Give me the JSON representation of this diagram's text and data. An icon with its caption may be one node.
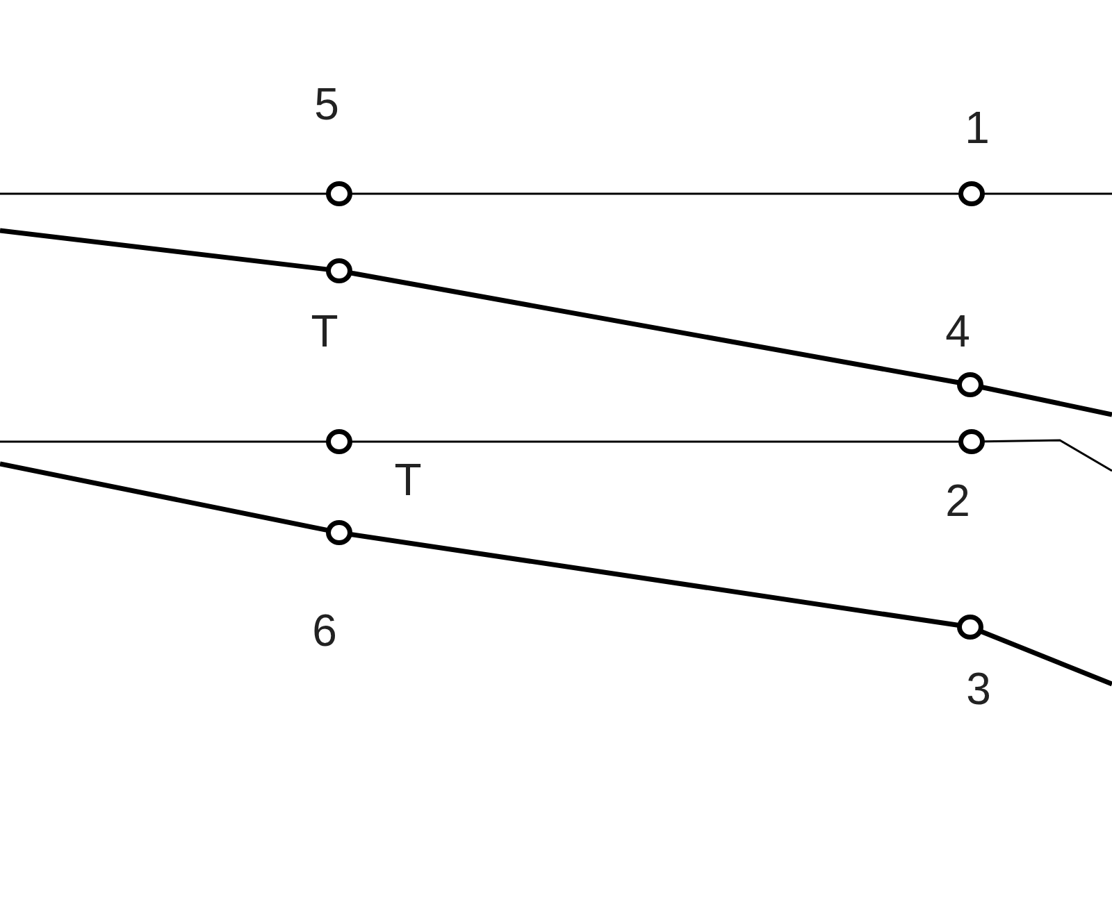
{
  "diagram": {
    "nodes": [
      {
        "text": [],
        "shape": "circle",
        "beside": [
          "5"
        ]
      },
      {
        "text": [],
        "shape": "circle",
        "beside": [
          "1"
        ]
      },
      {
        "text": [],
        "shape": "circle",
        "beside": [
          "T"
        ]
      },
      {
        "text": [],
        "shape": "circle",
        "beside": [
          "4"
        ]
      },
      {
        "text": [],
        "shape": "circle",
        "beside": [
          "T"
        ]
      },
      {
        "text": [],
        "shape": "circle",
        "beside": [
          "2"
        ]
      },
      {
        "text": [],
        "shape": "circle",
        "beside": [
          "6"
        ]
      },
      {
        "text": [],
        "shape": "circle",
        "beside": [
          "3"
        ]
      }
    ],
    "edges": [
      {
        "from": null,
        "to": 0,
        "arrow": "none"
      },
      {
        "from": 0,
        "to": 1,
        "arrow": "none"
      },
      {
        "from": 1,
        "to": null,
        "arrow": "none"
      },
      {
        "from": null,
        "to": 2,
        "arrow": "none",
        "style": "thick"
      },
      {
        "from": 2,
        "to": 3,
        "arrow": "none",
        "style": "thick"
      },
      {
        "from": 3,
        "to": null,
        "arrow": "none",
        "style": "thick"
      },
      {
        "from": null,
        "to": 4,
        "arrow": "none"
      },
      {
        "from": 4,
        "to": 5,
        "arrow": "none"
      },
      {
        "from": 5,
        "to": null,
        "arrow": "none"
      },
      {
        "from": null,
        "to": 6,
        "arrow": "none",
        "style": "thick"
      },
      {
        "from": 6,
        "to": 7,
        "arrow": "none",
        "style": "thick"
      },
      {
        "from": 7,
        "to": null,
        "arrow": "none",
        "style": "thick"
      }
    ]
  }
}
